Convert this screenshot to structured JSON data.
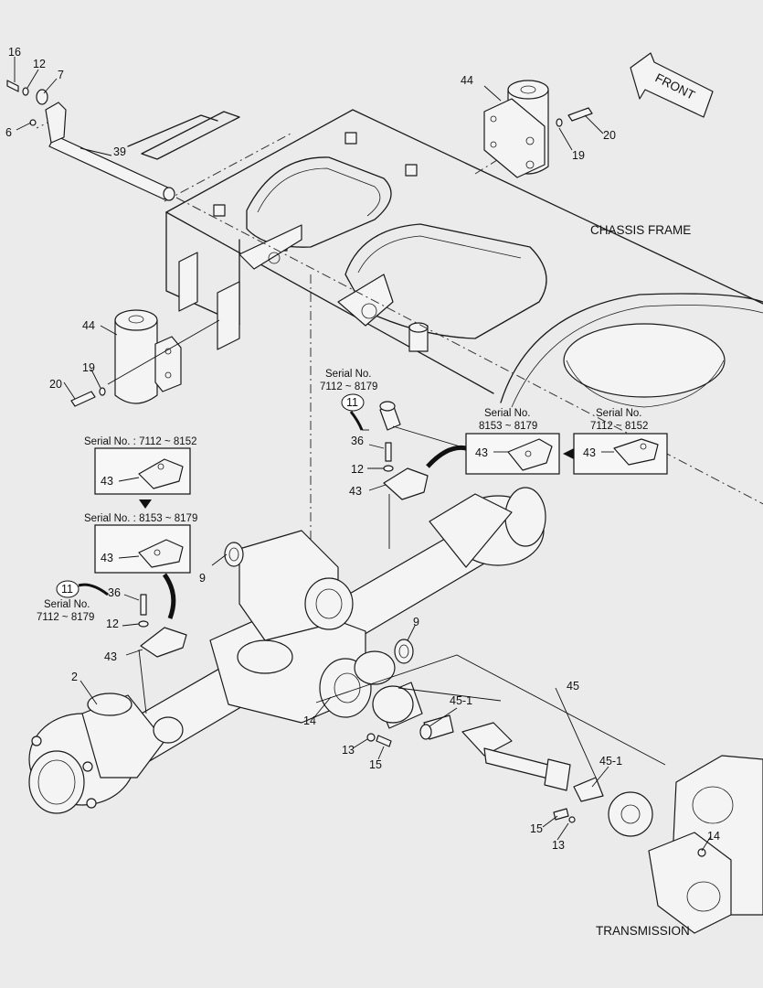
{
  "labels": {
    "chassis_frame": "CHASSIS FRAME",
    "transmission": "TRANSMISSION",
    "front": "FRONT",
    "p16": "16",
    "p12a": "12",
    "p7": "7",
    "p6": "6",
    "p39": "39",
    "p44a": "44",
    "p20a": "20",
    "p19a": "19",
    "p44b": "44",
    "p19b": "19",
    "p20b": "20",
    "p11a": "11",
    "p36a": "36",
    "p12b": "12",
    "p43a": "43",
    "p11b": "11",
    "p36b": "36",
    "p12c": "12",
    "p43b": "43",
    "p43c": "43",
    "p43d": "43",
    "p43e": "43",
    "p43f": "43",
    "p9a": "9",
    "p9b": "9",
    "p2": "2",
    "p14a": "14",
    "p13a": "13",
    "p15a": "15",
    "p45": "45",
    "p45_1a": "45-1",
    "p45_1b": "45-1",
    "p15b": "15",
    "p13b": "13",
    "p14b": "14"
  },
  "serials": {
    "top_center_label": "Serial No.",
    "top_center_range": "7112 ~ 8179",
    "box_right1_label": "Serial No.",
    "box_right1_range": "8153 ~ 8179",
    "box_right2_label": "Serial No.",
    "box_right2_range": "7112 ~ 8152",
    "box_left1": "Serial No. : 7112 ~ 8152",
    "box_left2": "Serial No. : 8153 ~ 8179",
    "left_mid_label": "Serial No.",
    "left_mid_range": "7112 ~ 8179"
  }
}
